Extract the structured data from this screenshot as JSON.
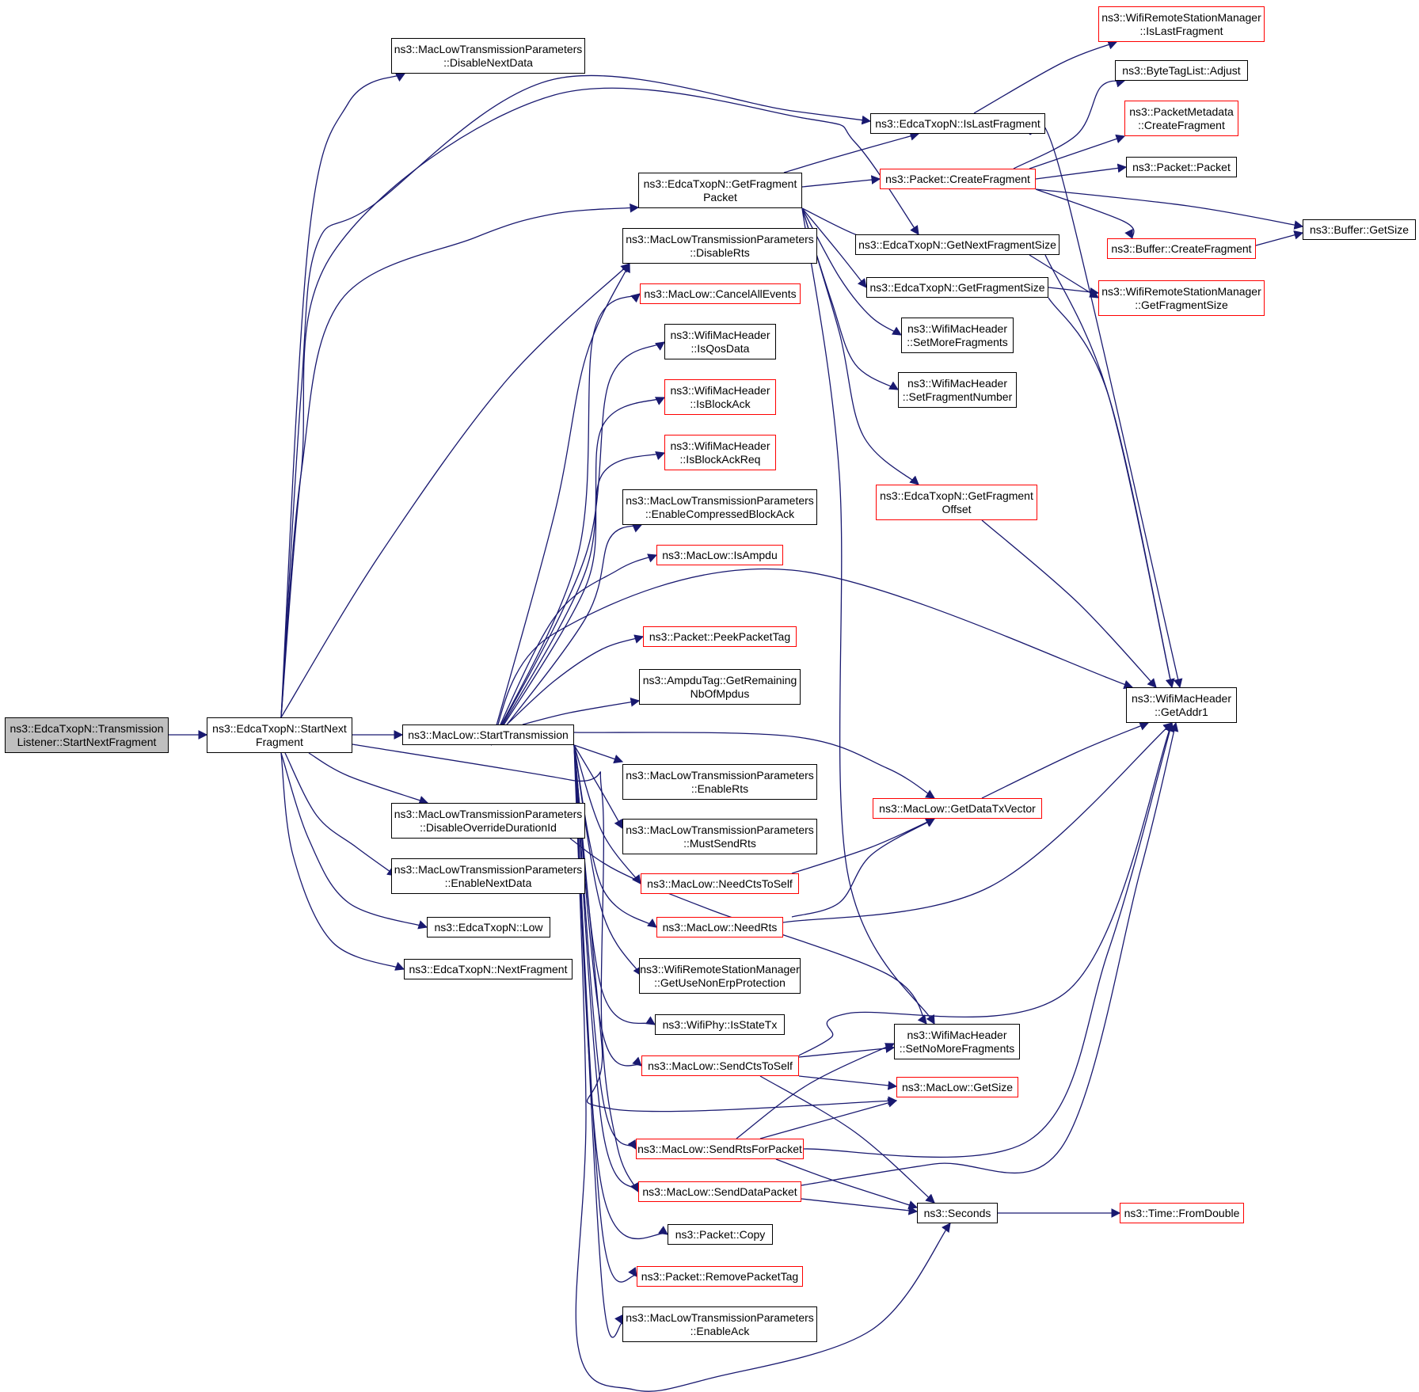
{
  "graph": {
    "title": "",
    "colors": {
      "edge": "#191970",
      "border": "#000000",
      "incomplete_border": "#ff0000",
      "root_fill": "#bfbfbf",
      "node_fill": "#ffffff"
    },
    "nodes": {
      "root": {
        "lines": [
          "ns3::EdcaTxopN::Transmission",
          "Listener::StartNextFragment"
        ],
        "style": "root"
      },
      "snf": {
        "lines": [
          "ns3::EdcaTxopN::StartNext",
          "Fragment"
        ],
        "style": "normal"
      },
      "st": {
        "lines": [
          "ns3::MacLow::StartTransmission"
        ],
        "style": "normal"
      },
      "dnd": {
        "lines": [
          "ns3::MacLowTransmissionParameters",
          "::DisableNextData"
        ],
        "style": "normal"
      },
      "dod": {
        "lines": [
          "ns3::MacLowTransmissionParameters",
          "::DisableOverrideDurationId"
        ],
        "style": "normal"
      },
      "end": {
        "lines": [
          "ns3::MacLowTransmissionParameters",
          "::EnableNextData"
        ],
        "style": "normal"
      },
      "low": {
        "lines": [
          "ns3::EdcaTxopN::Low"
        ],
        "style": "normal"
      },
      "nf": {
        "lines": [
          "ns3::EdcaTxopN::NextFragment"
        ],
        "style": "normal"
      },
      "gfp": {
        "lines": [
          "ns3::EdcaTxopN::GetFragment",
          "Packet"
        ],
        "style": "normal"
      },
      "drts": {
        "lines": [
          "ns3::MacLowTransmissionParameters",
          "::DisableRts"
        ],
        "style": "normal"
      },
      "cae": {
        "lines": [
          "ns3::MacLow::CancelAllEvents"
        ],
        "style": "red"
      },
      "iqd": {
        "lines": [
          "ns3::WifiMacHeader",
          "::IsQosData"
        ],
        "style": "normal"
      },
      "iba": {
        "lines": [
          "ns3::WifiMacHeader",
          "::IsBlockAck"
        ],
        "style": "red"
      },
      "ibar": {
        "lines": [
          "ns3::WifiMacHeader",
          "::IsBlockAckReq"
        ],
        "style": "red"
      },
      "ecba": {
        "lines": [
          "ns3::MacLowTransmissionParameters",
          "::EnableCompressedBlockAck"
        ],
        "style": "normal"
      },
      "isa": {
        "lines": [
          "ns3::MacLow::IsAmpdu"
        ],
        "style": "red"
      },
      "ppt": {
        "lines": [
          "ns3::Packet::PeekPacketTag"
        ],
        "style": "red"
      },
      "agr": {
        "lines": [
          "ns3::AmpduTag::GetRemaining",
          "NbOfMpdus"
        ],
        "style": "normal"
      },
      "erts": {
        "lines": [
          "ns3::MacLowTransmissionParameters",
          "::EnableRts"
        ],
        "style": "normal"
      },
      "msr": {
        "lines": [
          "ns3::MacLowTransmissionParameters",
          "::MustSendRts"
        ],
        "style": "normal"
      },
      "ncs": {
        "lines": [
          "ns3::MacLow::NeedCtsToSelf"
        ],
        "style": "red"
      },
      "nr": {
        "lines": [
          "ns3::MacLow::NeedRts"
        ],
        "style": "red"
      },
      "gun": {
        "lines": [
          "ns3::WifiRemoteStationManager",
          "::GetUseNonErpProtection"
        ],
        "style": "normal"
      },
      "ist": {
        "lines": [
          "ns3::WifiPhy::IsStateTx"
        ],
        "style": "normal"
      },
      "scs": {
        "lines": [
          "ns3::MacLow::SendCtsToSelf"
        ],
        "style": "red"
      },
      "srp": {
        "lines": [
          "ns3::MacLow::SendRtsForPacket"
        ],
        "style": "red"
      },
      "sdp": {
        "lines": [
          "ns3::MacLow::SendDataPacket"
        ],
        "style": "red"
      },
      "pc": {
        "lines": [
          "ns3::Packet::Copy"
        ],
        "style": "normal"
      },
      "rpt": {
        "lines": [
          "ns3::Packet::RemovePacketTag"
        ],
        "style": "red"
      },
      "eack": {
        "lines": [
          "ns3::MacLowTransmissionParameters",
          "::EnableAck"
        ],
        "style": "normal"
      },
      "ilf": {
        "lines": [
          "ns3::EdcaTxopN::IsLastFragment"
        ],
        "style": "normal"
      },
      "pcf": {
        "lines": [
          "ns3::Packet::CreateFragment"
        ],
        "style": "red"
      },
      "gnfs": {
        "lines": [
          "ns3::EdcaTxopN::GetNextFragmentSize"
        ],
        "style": "normal"
      },
      "gfs": {
        "lines": [
          "ns3::EdcaTxopN::GetFragmentSize"
        ],
        "style": "normal"
      },
      "smf": {
        "lines": [
          "ns3::WifiMacHeader",
          "::SetMoreFragments"
        ],
        "style": "normal"
      },
      "sfn": {
        "lines": [
          "ns3::WifiMacHeader",
          "::SetFragmentNumber"
        ],
        "style": "normal"
      },
      "gfo": {
        "lines": [
          "ns3::EdcaTxopN::GetFragment",
          "Offset"
        ],
        "style": "red"
      },
      "gdtv": {
        "lines": [
          "ns3::MacLow::GetDataTxVector"
        ],
        "style": "red"
      },
      "snmf": {
        "lines": [
          "ns3::WifiMacHeader",
          "::SetNoMoreFragments"
        ],
        "style": "normal"
      },
      "mgs": {
        "lines": [
          "ns3::MacLow::GetSize"
        ],
        "style": "red"
      },
      "sec": {
        "lines": [
          "ns3::Seconds"
        ],
        "style": "normal"
      },
      "wilf": {
        "lines": [
          "ns3::WifiRemoteStationManager",
          "::IsLastFragment"
        ],
        "style": "red"
      },
      "btla": {
        "lines": [
          "ns3::ByteTagList::Adjust"
        ],
        "style": "normal"
      },
      "pmcf": {
        "lines": [
          "ns3::PacketMetadata",
          "::CreateFragment"
        ],
        "style": "red"
      },
      "pp": {
        "lines": [
          "ns3::Packet::Packet"
        ],
        "style": "normal"
      },
      "bcf": {
        "lines": [
          "ns3::Buffer::CreateFragment"
        ],
        "style": "red"
      },
      "bgs": {
        "lines": [
          "ns3::Buffer::GetSize"
        ],
        "style": "normal"
      },
      "wgfs": {
        "lines": [
          "ns3::WifiRemoteStationManager",
          "::GetFragmentSize"
        ],
        "style": "red"
      },
      "ga1": {
        "lines": [
          "ns3::WifiMacHeader",
          "::GetAddr1"
        ],
        "style": "normal"
      },
      "tfd": {
        "lines": [
          "ns3::Time::FromDouble"
        ],
        "style": "red"
      }
    }
  }
}
